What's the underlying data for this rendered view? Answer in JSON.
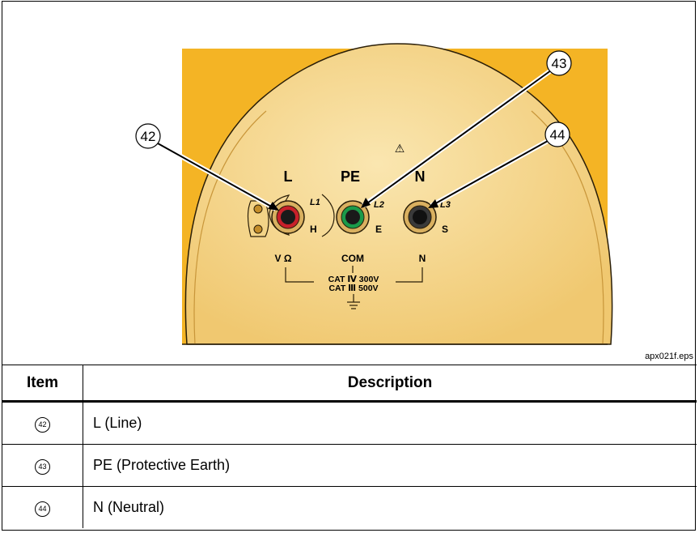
{
  "figure": {
    "caption": "apx021f.eps",
    "warning_symbol": "⚠",
    "callouts": [
      "42",
      "43",
      "44"
    ],
    "terminals": [
      {
        "label": "L",
        "sub": "L1",
        "letter": "H",
        "bottom": "V Ω",
        "ring_color": "#c8202a"
      },
      {
        "label": "PE",
        "sub": "L2",
        "letter": "E",
        "bottom": "COM",
        "ring_color": "#1a9a4a"
      },
      {
        "label": "N",
        "sub": "L3",
        "letter": "S",
        "bottom": "N",
        "ring_color": "#3a3a3a"
      }
    ],
    "cat_line1": "CAT Ⅳ 300V",
    "cat_line2": "CAT Ⅲ 500V",
    "colors": {
      "background": "#f4b425",
      "body": "#f6d98c",
      "outline": "#3a2a10"
    }
  },
  "table": {
    "headers": {
      "item": "Item",
      "description": "Description"
    },
    "rows": [
      {
        "item": "42",
        "description": "L (Line)"
      },
      {
        "item": "43",
        "description": "PE (Protective Earth)"
      },
      {
        "item": "44",
        "description": "N (Neutral)"
      }
    ]
  }
}
